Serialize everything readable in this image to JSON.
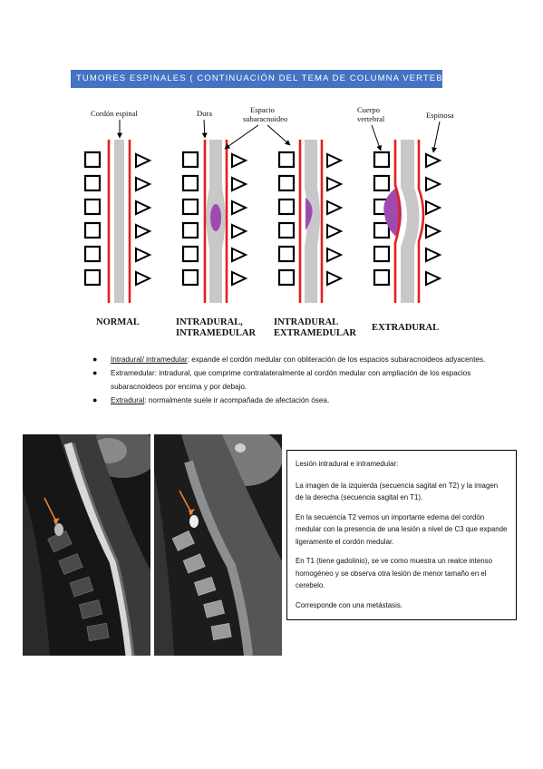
{
  "header": {
    "title": "TUMORES ESPINALES ( CONTINUACIÓN DEL TEMA DE COLUMNA VERTEBRAL)"
  },
  "diagram": {
    "labels": {
      "cordon": "Cordón espinal",
      "dura": "Dura",
      "espacio1": "Espacio",
      "espacio2": "subaracnoideo",
      "cuerpo1": "Cuerpo",
      "cuerpo2": "vertebral",
      "espinosa": "Espinosa"
    },
    "captions": {
      "normal": "NORMAL",
      "intramedular1": "INTRADURAL,",
      "intramedular2": "INTRAMEDULAR",
      "extramedular1": "INTRADURAL",
      "extramedular2": "EXTRAMEDULAR",
      "extradural": "EXTRADURAL"
    }
  },
  "bullets": [
    {
      "term": "Intradural/ intramedular",
      "text": ": expande el cordón medular con obliteración de los espacios subaracnoideos adyacentes."
    },
    {
      "term": "Extramedular",
      "text": ": intradural, que comprime contralateralmente al cordón medular con ampliación de los espacios subaracnoideos por encima y por debajo."
    },
    {
      "term": "Extradural",
      "text": ": normalmente suele ir acompañada de afectación ósea."
    }
  ],
  "textbox": {
    "title": "Lesión intradural e intramedular:",
    "p1": "La imagen de la izquierda (secuencia sagital en T2) y la imagen de la derecha (secuencia sagital en T1).",
    "p2": " En la secuencia T2 vemos un importante edema del cordón medular con la presencia de una lesión a nivel de C3 que expande ligeramente el cordón medular.",
    "p3": "En T1 (tiene gadolinio), se ve como muestra un realce intenso homogéneo y se observa otra lesión de menor tamaño en el cerebelo.",
    "p4": "Corresponde con una metástasis."
  },
  "colors": {
    "header_bg": "#4472c4",
    "lesion": "#a04ab0",
    "dura": "#e02020",
    "cord": "#c8c8c8",
    "arrow": "#e8823a"
  }
}
